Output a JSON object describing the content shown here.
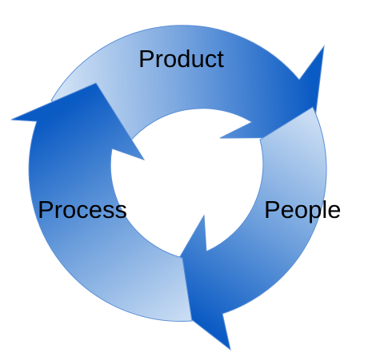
{
  "diagram": {
    "type": "cycle",
    "labels": {
      "product": "Product",
      "people": "People",
      "process": "Process"
    },
    "colors": {
      "ring_light": "#c3d8f2",
      "ring_mid": "#6c9fdc",
      "ring_dark": "#0b5bc4",
      "arrow_dark": "#0a58c2",
      "label_text": "#000000"
    },
    "icons": [
      "clockwise-arrow-icon"
    ]
  }
}
